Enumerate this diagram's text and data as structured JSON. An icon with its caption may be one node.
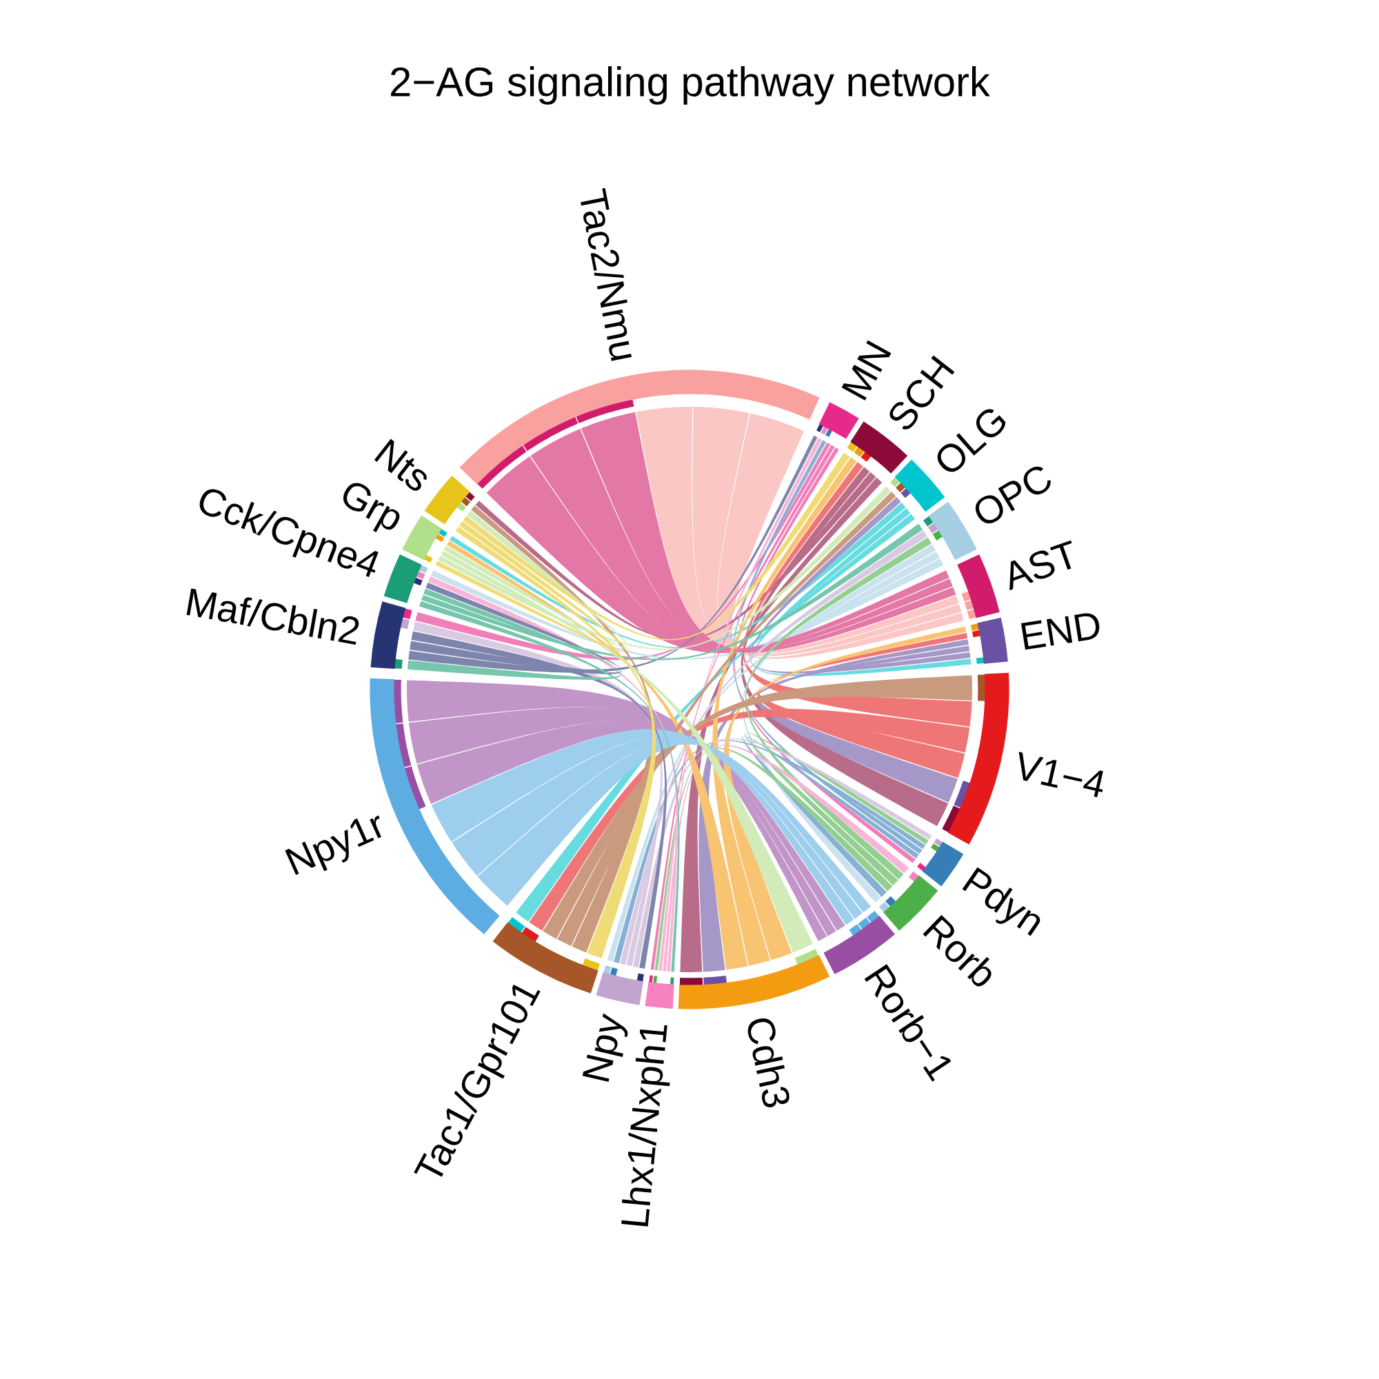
{
  "diagram": {
    "title": "2−AG signaling pathway network",
    "labels": [
      "Tac2/Nmu",
      "MN",
      "SCH",
      "OLG",
      "OPC",
      "AST",
      "END",
      "V1−4",
      "Pdyn",
      "Rorb",
      "Rorb−1",
      "Cdh3",
      "Lhx1/Nxph1",
      "Npy",
      "Tac1/Gpr101",
      "Npy1r",
      "Maf/Cbln2",
      "Cck/Cpne4",
      "Grp",
      "Nts"
    ]
  }
}
